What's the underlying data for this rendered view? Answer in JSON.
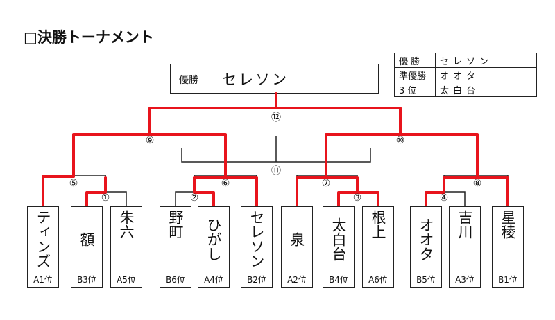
{
  "title": "□決勝トーナメント",
  "winner": {
    "label": "優勝",
    "name": "セレソン"
  },
  "results": [
    {
      "rank": "優 勝",
      "name": "セレソン"
    },
    {
      "rank": "準優勝",
      "name": "オオタ"
    },
    {
      "rank": "3 位",
      "name": "太白台"
    }
  ],
  "teams": [
    {
      "name": "ティンズ",
      "seed": "A1位"
    },
    {
      "name": "額",
      "seed": "B3位"
    },
    {
      "name": "朱六",
      "seed": "A5位"
    },
    {
      "name": "野町",
      "seed": "B6位"
    },
    {
      "name": "ひがし",
      "seed": "A4位"
    },
    {
      "name": "セレソン",
      "seed": "B2位"
    },
    {
      "name": "泉",
      "seed": "A2位"
    },
    {
      "name": "太白台",
      "seed": "B4位"
    },
    {
      "name": "根上",
      "seed": "A6位"
    },
    {
      "name": "オオタ",
      "seed": "B5位"
    },
    {
      "name": "吉川",
      "seed": "A3位"
    },
    {
      "name": "星稜",
      "seed": "B1位"
    }
  ],
  "matches": [
    "①",
    "②",
    "③",
    "④",
    "⑤",
    "⑥",
    "⑦",
    "⑧",
    "⑨",
    "⑩",
    "⑪",
    "⑫"
  ],
  "colors": {
    "line": "#222222",
    "win_line": "#e8141c"
  }
}
